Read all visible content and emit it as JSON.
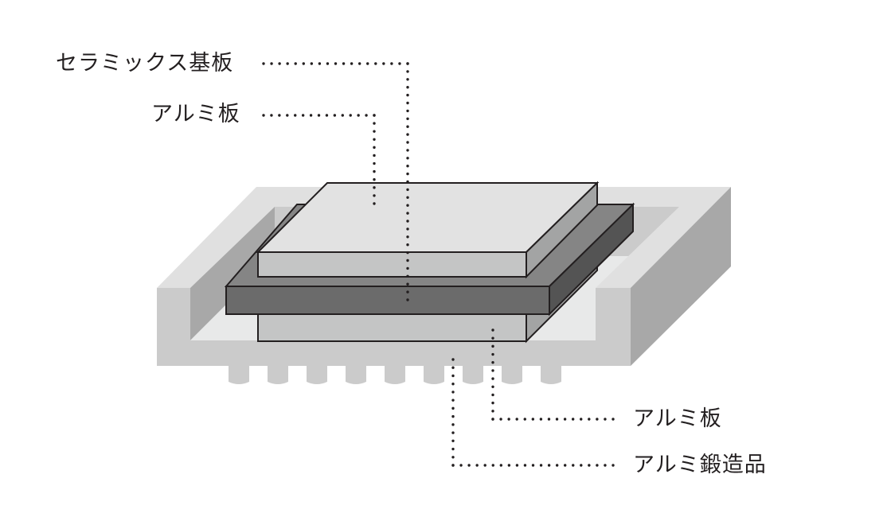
{
  "labels": {
    "ceramic_substrate": "セラミックス基板",
    "aluminum_plate_top": "アルミ板",
    "aluminum_plate_bottom": "アルミ板",
    "aluminum_forging": "アルミ鍛造品"
  },
  "colors": {
    "housing_top": "#e0e0e0",
    "housing_front": "#cbcbcb",
    "housing_side": "#a8a8a8",
    "cavity_floor": "#e8e9e9",
    "ceramic_top": "#e2e2e2",
    "ceramic_front": "#c4c5c5",
    "ceramic_side": "#a3a4a4",
    "aluminum_top": "#858585",
    "aluminum_front": "#6b6b6b",
    "aluminum_side": "#545454",
    "leader_dots": "#231f20",
    "outline": "#231f20"
  },
  "pin_count": 9
}
